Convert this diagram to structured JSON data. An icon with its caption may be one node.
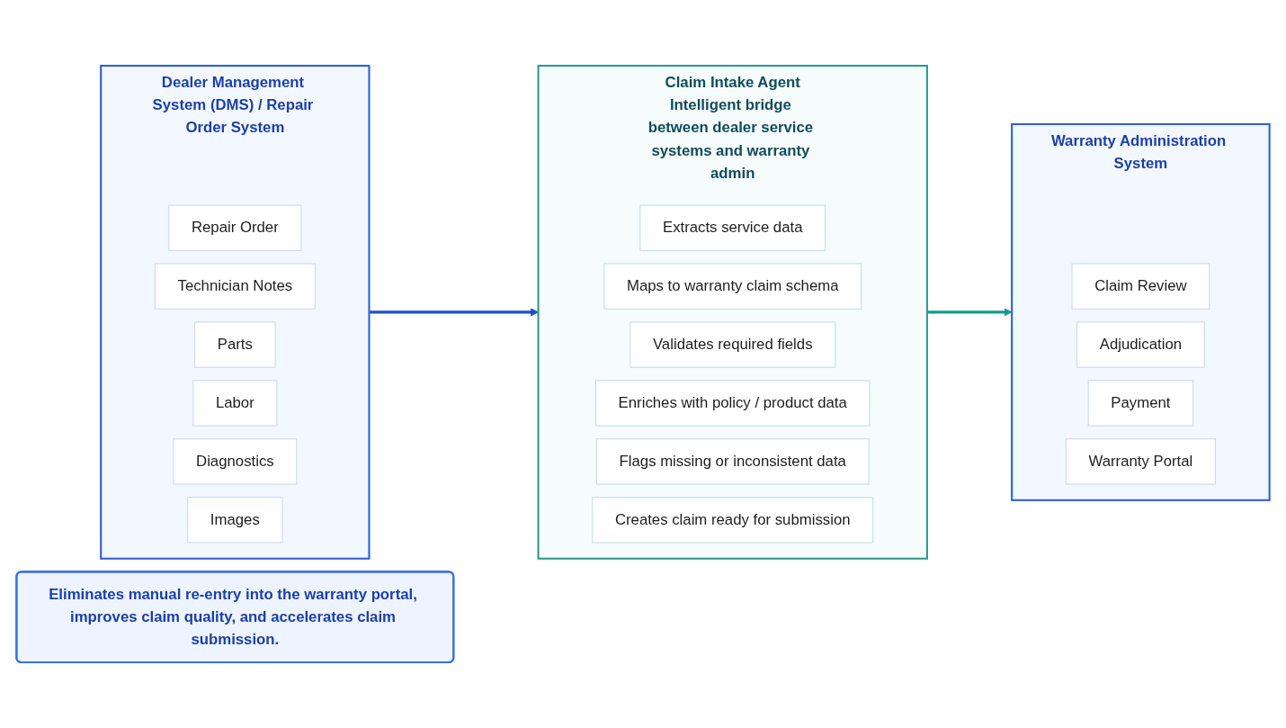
{
  "diagram": {
    "nodes": [
      {
        "text": [
          "Dealer Management System (DMS) / Repair Order System"
        ]
      },
      {
        "text": [
          "Repair Order"
        ],
        "in": 0
      },
      {
        "text": [
          "Technician Notes"
        ],
        "in": 0
      },
      {
        "text": [
          "Parts"
        ],
        "in": 0
      },
      {
        "text": [
          "Labor"
        ],
        "in": 0
      },
      {
        "text": [
          "Diagnostics"
        ],
        "in": 0
      },
      {
        "text": [
          "Images"
        ],
        "in": 0
      },
      {
        "text": [
          "Claim Intake Agent",
          "Intelligent bridge between dealer service systems and warranty admin"
        ]
      },
      {
        "text": [
          "Extracts service data"
        ],
        "in": 7
      },
      {
        "text": [
          "Maps to warranty claim schema"
        ],
        "in": 7
      },
      {
        "text": [
          "Validates required fields"
        ],
        "in": 7
      },
      {
        "text": [
          "Enriches with policy / product data"
        ],
        "in": 7
      },
      {
        "text": [
          "Flags missing or inconsistent data"
        ],
        "in": 7
      },
      {
        "text": [
          "Creates claim ready for submission"
        ],
        "in": 7
      },
      {
        "text": [
          "Warranty Administration System"
        ]
      },
      {
        "text": [
          "Claim Review"
        ],
        "in": 14
      },
      {
        "text": [
          "Adjudication"
        ],
        "in": 14
      },
      {
        "text": [
          "Payment"
        ],
        "in": 14
      },
      {
        "text": [
          "Warranty Portal"
        ],
        "in": 14
      },
      {
        "text": [
          "Eliminates manual re-entry into the warranty portal, improves claim quality, and accelerates claim submission."
        ]
      }
    ],
    "edges": [
      {
        "from": 0,
        "to": 7,
        "arrow": "to",
        "color": "#1f4fc4"
      },
      {
        "from": 7,
        "to": 14,
        "arrow": "to",
        "color": "#16998a"
      }
    ]
  }
}
